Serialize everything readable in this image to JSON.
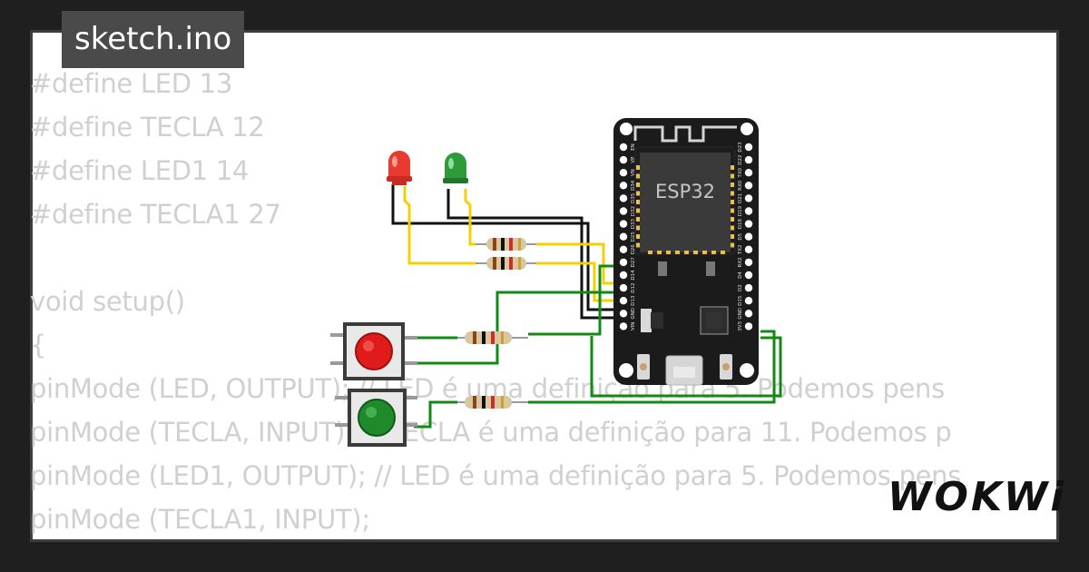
{
  "title": "sketch.ino",
  "code_lines": [
    "#define LED 13",
    "#define TECLA 12",
    "#define LED1 14",
    "#define TECLA1 27",
    "",
    "void setup()",
    "{",
    "pinMode (LED, OUTPUT); // LED é uma definição para 5. Podemos pens",
    "pinMode (TECLA, INPUT); // TECLA é uma definição para 11. Podemos p",
    "pinMode (LED1, OUTPUT); // LED é uma definição para 5. Podemos pens",
    "pinMode (TECLA1, INPUT);"
  ],
  "board": {
    "label": "ESP32",
    "left_pins": [
      "EN",
      "VP",
      "VN",
      "D34",
      "D35",
      "D32",
      "D33",
      "D25",
      "D26",
      "D27",
      "D14",
      "D12",
      "D13",
      "GND",
      "VIN"
    ],
    "right_pins": [
      "D23",
      "D22",
      "TX0",
      "RX0",
      "D21",
      "D19",
      "D18",
      "D5",
      "TX2",
      "RX2",
      "D4",
      "D2",
      "D15",
      "GND",
      "3V3"
    ]
  },
  "brand": "WOKWi",
  "colors": {
    "background": "#1f1f1f",
    "card": "#ffffff",
    "code_text": "#d0d0d0",
    "title_bg": "#4a4a4a",
    "wire_black": "#111111",
    "wire_yellow": "#f5d000",
    "wire_green": "#138a13",
    "led_red": "#e83a2f",
    "led_green": "#2e9a3a"
  }
}
